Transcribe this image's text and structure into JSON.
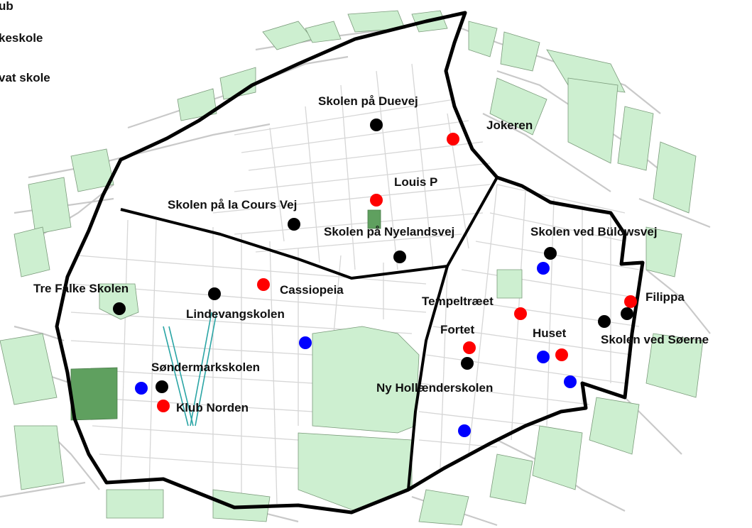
{
  "legend": {
    "items": [
      {
        "text": "ub",
        "color": "#ff0000"
      },
      {
        "text": "keskole",
        "color": "#000000"
      },
      {
        "text": "vat skole",
        "color": "#0000ff"
      }
    ]
  },
  "colors": {
    "fritidsklub": "#ff0000",
    "folkeskole": "#000000",
    "privatskole": "#0000ff",
    "park": "#cdefd0",
    "park_dark": "#5fa05f",
    "boundary": "#000000"
  },
  "labels": {
    "duevej": "Skolen på Duevej",
    "jokeren": "Jokeren",
    "louis_p": "Louis P",
    "la_cours": "Skolen på la Cours Vej",
    "nyelandsvej": "Skolen på Nyelandsvej",
    "bulowsvej": "Skolen ved Bülowsvej",
    "tre_falke": "Tre Falke Skolen",
    "cassiopeia": "Cassiopeia",
    "lindevang": "Lindevangskolen",
    "tempeltraeet": "Tempeltræet",
    "filippa": "Filippa",
    "fortet": "Fortet",
    "huset": "Huset",
    "soerne": "Skolen ved Søerne",
    "sondermark": "Søndermarkskolen",
    "ny_hollaender": "Ny Hollænderskolen",
    "klub_norden": "Klub Norden"
  },
  "markers": [
    {
      "type": "folkeskole",
      "name": "duevej"
    },
    {
      "type": "fritidsklub",
      "name": "jokeren"
    },
    {
      "type": "fritidsklub",
      "name": "louis_p"
    },
    {
      "type": "folkeskole",
      "name": "la_cours"
    },
    {
      "type": "folkeskole",
      "name": "nyelandsvej"
    },
    {
      "type": "folkeskole",
      "name": "bulowsvej"
    },
    {
      "type": "privatskole",
      "name": "bulowsvej_private"
    },
    {
      "type": "folkeskole",
      "name": "tre_falke"
    },
    {
      "type": "folkeskole",
      "name": "lindevang"
    },
    {
      "type": "fritidsklub",
      "name": "cassiopeia"
    },
    {
      "type": "privatskole",
      "name": "lindevang_private"
    },
    {
      "type": "fritidsklub",
      "name": "tempeltraeet"
    },
    {
      "type": "fritidsklub",
      "name": "filippa"
    },
    {
      "type": "folkeskole",
      "name": "soerne_1"
    },
    {
      "type": "folkeskole",
      "name": "soerne_2"
    },
    {
      "type": "fritidsklub",
      "name": "fortet"
    },
    {
      "type": "folkeskole",
      "name": "fortet_school"
    },
    {
      "type": "privatskole",
      "name": "huset_private"
    },
    {
      "type": "fritidsklub",
      "name": "huset"
    },
    {
      "type": "privatskole",
      "name": "ny_hollaender_private"
    },
    {
      "type": "privatskole",
      "name": "sondermark_private"
    },
    {
      "type": "folkeskole",
      "name": "sondermark"
    },
    {
      "type": "fritidsklub",
      "name": "klub_norden"
    },
    {
      "type": "privatskole",
      "name": "south_private"
    }
  ]
}
